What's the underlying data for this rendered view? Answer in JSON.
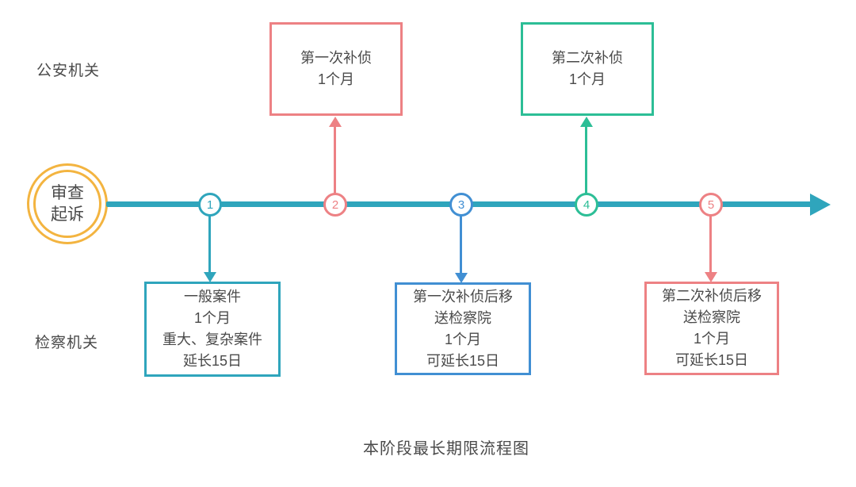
{
  "caption": "本阶段最长期限流程图",
  "lane_labels": {
    "top": "公安机关",
    "bottom": "检察机关"
  },
  "start_node": {
    "line1": "审查",
    "line2": "起诉"
  },
  "timeline": {
    "points": [
      {
        "number": "1",
        "color": "#2FA5BC"
      },
      {
        "number": "2",
        "color": "#ED8184"
      },
      {
        "number": "3",
        "color": "#418FD3"
      },
      {
        "number": "4",
        "color": "#2CBE96"
      },
      {
        "number": "5",
        "color": "#ED8184"
      }
    ]
  },
  "top_boxes": [
    {
      "color": "#ED8184",
      "lines": [
        "第一次补侦",
        "1个月"
      ]
    },
    {
      "color": "#2CBE96",
      "lines": [
        "第二次补侦",
        "1个月"
      ]
    }
  ],
  "bottom_boxes": [
    {
      "color": "#2FA5BC",
      "lines": [
        "一般案件",
        "1个月",
        "重大、复杂案件",
        "延长15日"
      ]
    },
    {
      "color": "#418FD3",
      "lines": [
        "第一次补侦后移",
        "送检察院",
        "1个月",
        "可延长15日"
      ]
    },
    {
      "color": "#ED8184",
      "lines": [
        "第二次补侦后移",
        "送检察院",
        "1个月",
        "可延长15日"
      ]
    }
  ],
  "colors": {
    "timeline_teal": "#2FA5BC",
    "pink": "#ED8184",
    "green": "#2CBE96",
    "blue": "#418FD3",
    "start_yellow": "#F3B440",
    "text": "#4A4A4A"
  }
}
